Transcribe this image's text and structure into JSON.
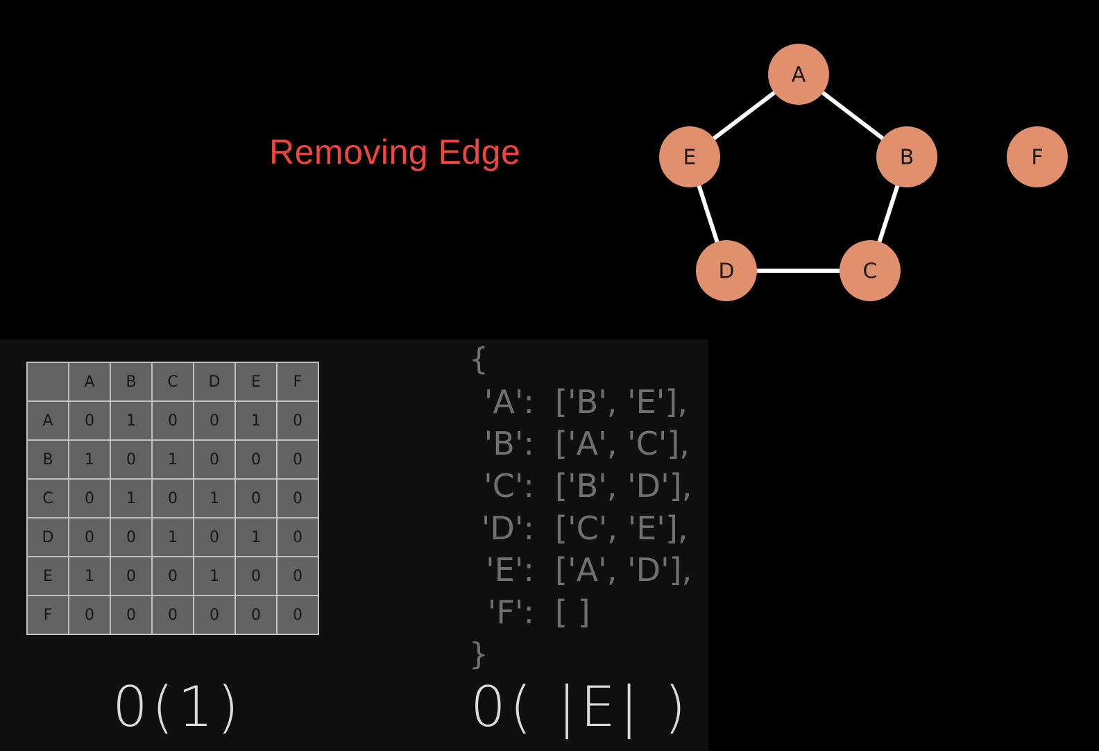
{
  "title": {
    "text": "Removing Edge",
    "color": "#f2453d"
  },
  "graph": {
    "node_color": "#e0906c",
    "edge_color": "#ffffff",
    "label_color": "#1a1a1a",
    "nodes": [
      {
        "id": "A",
        "label": "A"
      },
      {
        "id": "B",
        "label": "B"
      },
      {
        "id": "C",
        "label": "C"
      },
      {
        "id": "D",
        "label": "D"
      },
      {
        "id": "E",
        "label": "E"
      },
      {
        "id": "F",
        "label": "F"
      }
    ],
    "edges": [
      [
        "A",
        "B"
      ],
      [
        "B",
        "C"
      ],
      [
        "C",
        "D"
      ],
      [
        "D",
        "E"
      ],
      [
        "E",
        "A"
      ]
    ]
  },
  "matrix": {
    "headers": [
      "A",
      "B",
      "C",
      "D",
      "E",
      "F"
    ],
    "rows": [
      {
        "label": "A",
        "values": [
          "0",
          "1",
          "0",
          "0",
          "1",
          "0"
        ]
      },
      {
        "label": "B",
        "values": [
          "1",
          "0",
          "1",
          "0",
          "0",
          "0"
        ]
      },
      {
        "label": "C",
        "values": [
          "0",
          "1",
          "0",
          "1",
          "0",
          "0"
        ]
      },
      {
        "label": "D",
        "values": [
          "0",
          "0",
          "1",
          "0",
          "1",
          "0"
        ]
      },
      {
        "label": "E",
        "values": [
          "1",
          "0",
          "0",
          "1",
          "0",
          "0"
        ]
      },
      {
        "label": "F",
        "values": [
          "0",
          "0",
          "0",
          "0",
          "0",
          "0"
        ]
      }
    ],
    "complexity": "0(1)"
  },
  "adjacency_list": {
    "open_brace": "{",
    "close_brace": "}",
    "entries": [
      {
        "key": "'A':",
        "value": "['B', 'E'],"
      },
      {
        "key": "'B':",
        "value": "['A', 'C'],"
      },
      {
        "key": "'C':",
        "value": "['B', 'D'],"
      },
      {
        "key": "'D':",
        "value": "['C', 'E'],"
      },
      {
        "key": "'E':",
        "value": "['A', 'D'],"
      },
      {
        "key": "'F':",
        "value": "[ ]"
      }
    ],
    "complexity": "0( |E| )"
  }
}
